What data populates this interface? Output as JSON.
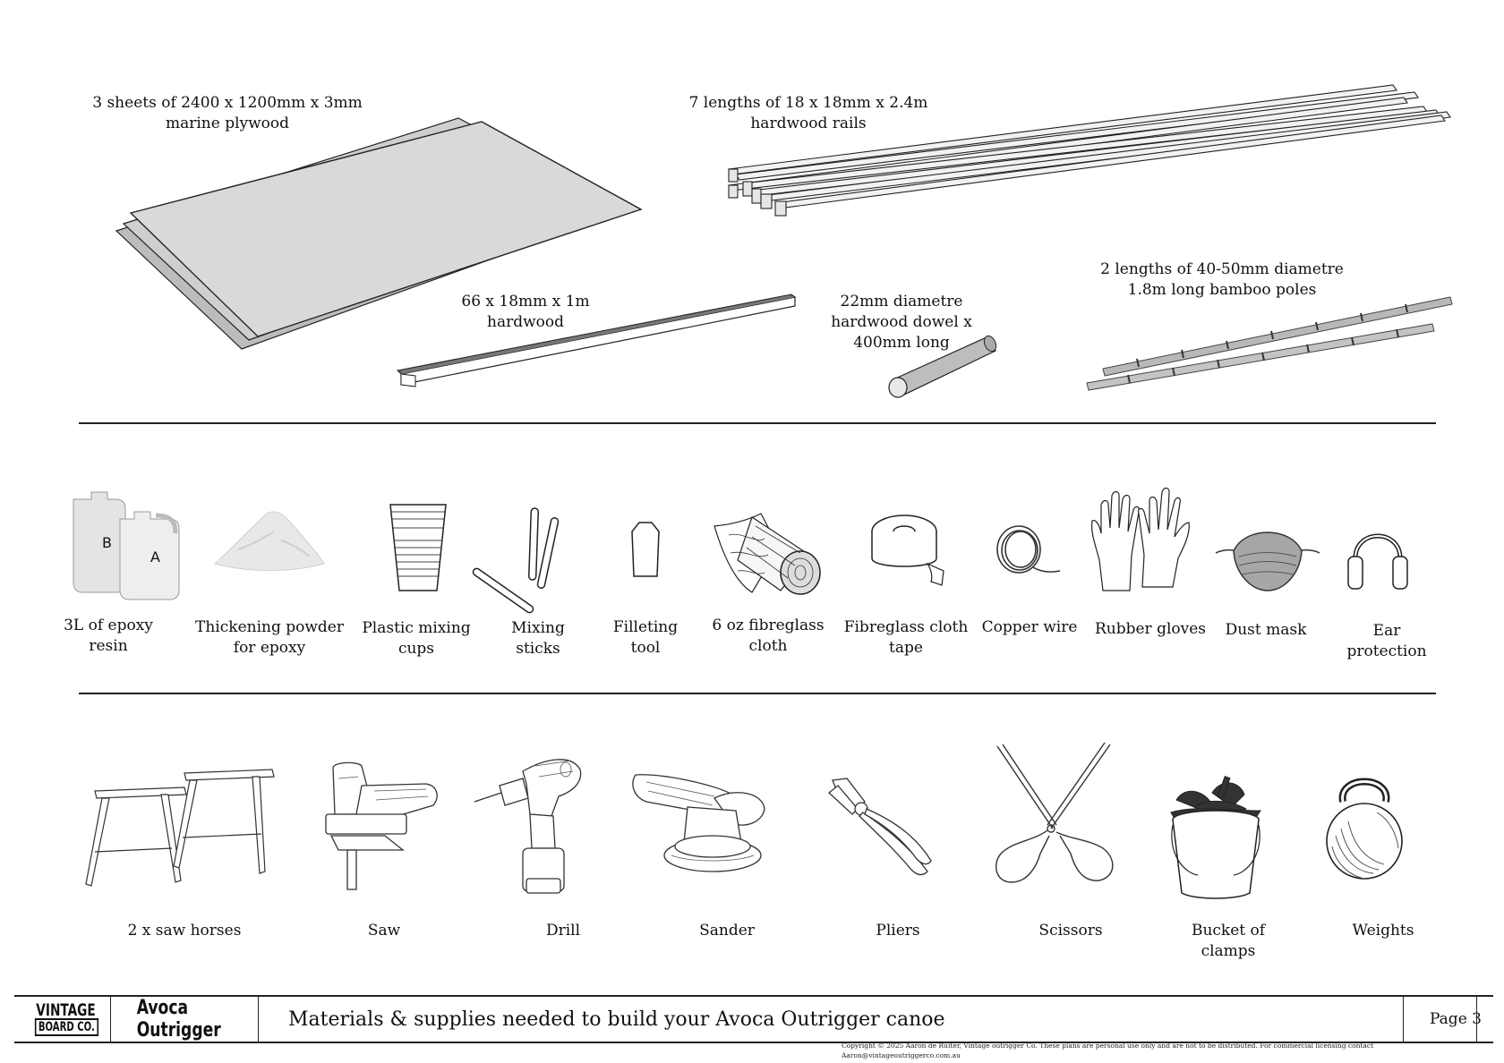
{
  "materials": {
    "plywood": [
      "3 sheets of 2400 x 1200mm x 3mm",
      "marine plywood"
    ],
    "rails": [
      "7 lengths of 18 x 18mm x 2.4m",
      "hardwood rails"
    ],
    "hardwood": [
      "66 x 18mm x 1m",
      "hardwood"
    ],
    "dowel": [
      "22mm diametre",
      "hardwood dowel x",
      "400mm long"
    ],
    "bamboo": [
      "2 lengths of 40-50mm diametre",
      "1.8m long bamboo poles"
    ]
  },
  "supplies": {
    "epoxy": [
      "3L of epoxy",
      "resin"
    ],
    "epoxy_label_b": "B",
    "epoxy_label_a": "A",
    "powder": [
      "Thickening powder",
      "for epoxy"
    ],
    "cups": [
      "Plastic mixing",
      "cups"
    ],
    "sticks": [
      "Mixing",
      "sticks"
    ],
    "fillet": [
      "Filleting",
      "tool"
    ],
    "cloth": [
      "6 oz fibreglass",
      "cloth"
    ],
    "tape": [
      "Fibreglass cloth",
      "tape"
    ],
    "wire": [
      "Copper wire"
    ],
    "gloves": [
      "Rubber gloves"
    ],
    "mask": [
      "Dust mask"
    ],
    "ear": [
      "Ear",
      "protection"
    ]
  },
  "tools": {
    "sawhorses": [
      "2 x saw horses"
    ],
    "saw": [
      "Saw"
    ],
    "drill": [
      "Drill"
    ],
    "sander": [
      "Sander"
    ],
    "pliers": [
      "Pliers"
    ],
    "scissors": [
      "Scissors"
    ],
    "bucket": [
      "Bucket of",
      "clamps"
    ],
    "weights": [
      "Weights"
    ]
  },
  "footer": {
    "logo_top": "VINTAGE",
    "logo_bottom": "BOARD CO.",
    "product": "Avoca Outrigger",
    "title": "Materials & supplies needed to build your Avoca Outrigger canoe",
    "page": "Page 3",
    "copyright_line1": "Copyright © 2025 Aaron de Ruiter, Vintage outrigger Co. These plans are personal use only and are not to be distributed. For commercial licensing contact",
    "copyright_line2": "Aaron@vintageoutriggerco.com.au"
  }
}
